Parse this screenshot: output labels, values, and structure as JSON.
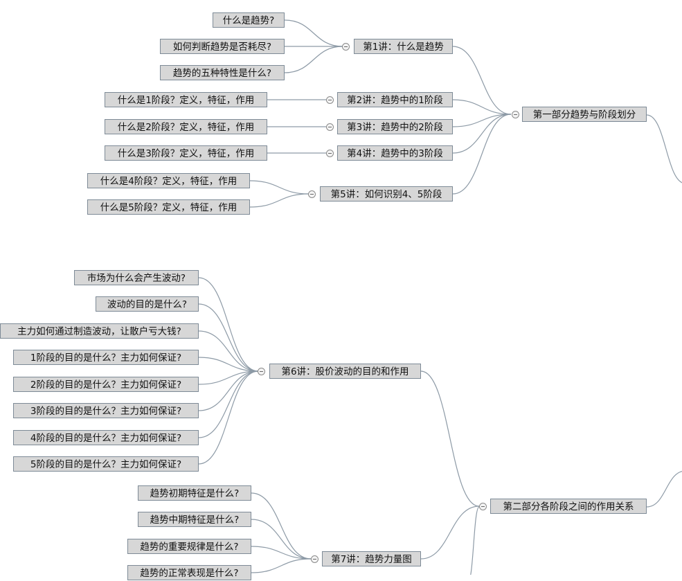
{
  "mindmap": {
    "part1": {
      "label": "第一部分趋势与阶段划分",
      "lectures": [
        {
          "label": "第1讲：什么是趋势",
          "questions": [
            "什么是趋势?",
            "如何判断趋势是否耗尽?",
            "趋势的五种特性是什么?"
          ]
        },
        {
          "label": "第2讲：趋势中的1阶段",
          "questions": [
            "什么是1阶段？定义，特征，作用"
          ]
        },
        {
          "label": "第3讲：趋势中的2阶段",
          "questions": [
            "什么是2阶段？定义，特征，作用"
          ]
        },
        {
          "label": "第4讲：趋势中的3阶段",
          "questions": [
            "什么是3阶段？定义，特征，作用"
          ]
        },
        {
          "label": "第5讲：如何识别4、5阶段",
          "questions": [
            "什么是4阶段？定义，特征，作用",
            "什么是5阶段？定义，特征，作用"
          ]
        }
      ]
    },
    "part2": {
      "label": "第二部分各阶段之间的作用关系",
      "lectures": [
        {
          "label": "第6讲：股价波动的目的和作用",
          "questions": [
            "市场为什么会产生波动?",
            "波动的目的是什么?",
            "主力如何通过制造波动，让散户亏大钱?",
            "1阶段的目的是什么？主力如何保证?",
            "2阶段的目的是什么？主力如何保证?",
            "3阶段的目的是什么？主力如何保证?",
            "4阶段的目的是什么？主力如何保证?",
            "5阶段的目的是什么？主力如何保证?"
          ]
        },
        {
          "label": "第7讲：趋势力量图",
          "questions": [
            "趋势初期特征是什么?",
            "趋势中期特征是什么?",
            "趋势的重要规律是什么?",
            "趋势的正常表现是什么?"
          ]
        }
      ]
    }
  }
}
